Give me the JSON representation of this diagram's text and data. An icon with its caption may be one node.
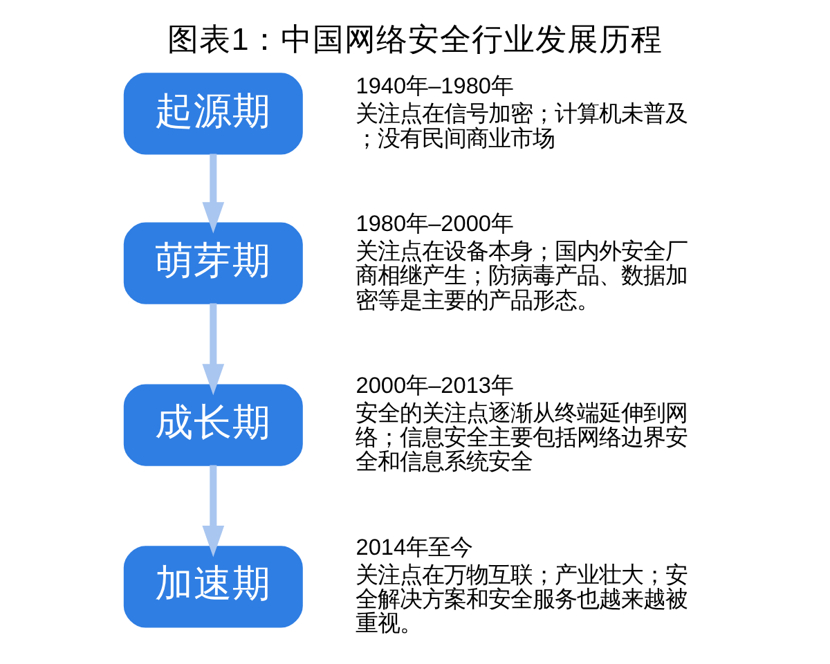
{
  "diagram": {
    "title": "图表1：中国网络安全行业发展历程",
    "nodes": [
      {
        "text": [
          "起源期"
        ],
        "beside": [
          "1940年–1980年",
          "关注点在信号加密；计算机未普及；没有民间商业市场"
        ]
      },
      {
        "text": [
          "萌芽期"
        ],
        "beside": [
          "1980年–2000年",
          "关注点在设备本身；国内外安全厂商相继产生；防病毒产品、数据加密等是主要的产品形态。"
        ]
      },
      {
        "text": [
          "成长期"
        ],
        "beside": [
          "2000年–2013年",
          "安全的关注点逐渐从终端延伸到网络；信息安全主要包括网络边界安全和信息系统安全"
        ]
      },
      {
        "text": [
          "加速期"
        ],
        "beside": [
          "2014年至今",
          "关注点在万物互联；产业壮大；安全解决方案和安全服务也越来越被重视。"
        ]
      }
    ],
    "edges": [
      {
        "from": 0,
        "to": 1,
        "arrow": "to"
      },
      {
        "from": 1,
        "to": 2,
        "arrow": "to"
      },
      {
        "from": 2,
        "to": 3,
        "arrow": "to"
      }
    ]
  }
}
